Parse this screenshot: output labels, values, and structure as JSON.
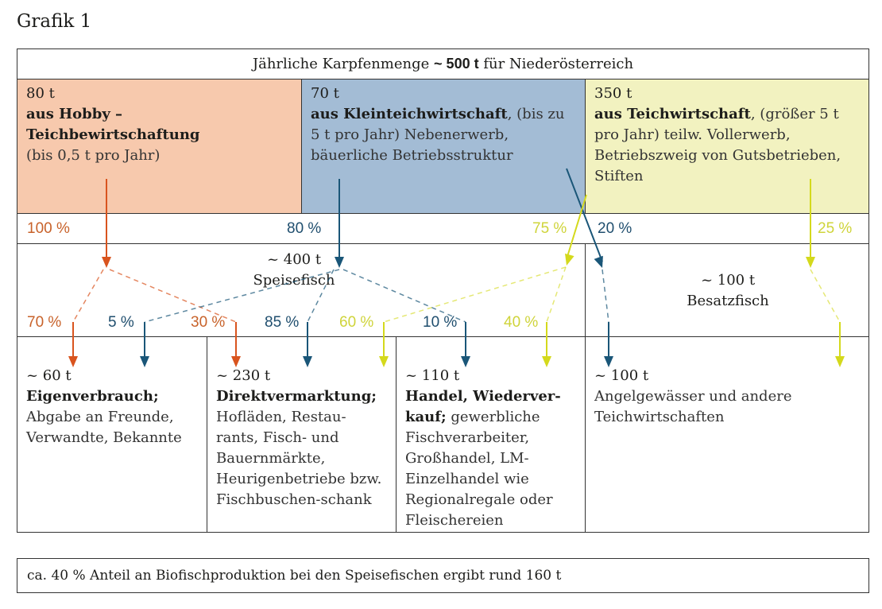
{
  "title": "Grafik 1",
  "header": {
    "prefix": "Jährliche Karpfenmenge",
    "amount": "~ 500 t",
    "suffix": "für Niederösterreich"
  },
  "sources": [
    {
      "amount": "80 t",
      "name": "aus Hobby – Teichbewirtschaftung",
      "detail": "(bis 0,5 t pro Jahr)",
      "color": "#f7c9ad"
    },
    {
      "amount": "70 t",
      "name": "aus Kleinteichwirtschaft",
      "detail": ", (bis zu 5 t pro Jahr) Nebenerwerb, bäuerliche Betriebsstruktur",
      "color": "#a3bcd5"
    },
    {
      "amount": "350 t",
      "name": "aus Teichwirtschaft",
      "detail": ", (größer 5 t pro Jahr) teilw. Vollerwerb, Betriebszweig von Gutsbetrieben, Stiften",
      "color": "#f2f2c0"
    }
  ],
  "source_percents": [
    "100 %",
    "80 %",
    "75 %",
    "20 %",
    "25 %"
  ],
  "intermediate": [
    {
      "amount": "~ 400 t",
      "label": "Speisefisch"
    },
    {
      "amount": "~ 100 t",
      "label": "Besatzfisch"
    }
  ],
  "split_percents": [
    "70 %",
    "5 %",
    "30 %",
    "85 %",
    "60 %",
    "10 %",
    "40 %"
  ],
  "destinations": [
    {
      "amount": "~ 60 t",
      "name": "Eigenverbrauch;",
      "detail": "Abgabe an Freunde, Verwandte, Bekannte"
    },
    {
      "amount": "~ 230 t",
      "name": "Direktvermarktung;",
      "detail": "Hofläden, Restau-rants, Fisch- und Bauernmärkte, Heurigenbetriebe bzw. Fischbuschen-schank"
    },
    {
      "amount": "~ 110 t",
      "name": "Handel, Wiederver-kauf;",
      "detail": "gewerbliche Fischverarbeiter, Großhandel, LM-Einzelhandel wie Regionalregale oder Fleischereien"
    },
    {
      "amount": "~ 100 t",
      "name": "",
      "detail": "Angelgewässer und andere Teichwirtschaften"
    }
  ],
  "footer": "ca. 40 % Anteil an Biofischproduktion bei den Speisefischen ergibt rund 160 t",
  "colors": {
    "orange": "#d9541e",
    "blue": "#1a5678",
    "yellow": "#d4d91c"
  }
}
